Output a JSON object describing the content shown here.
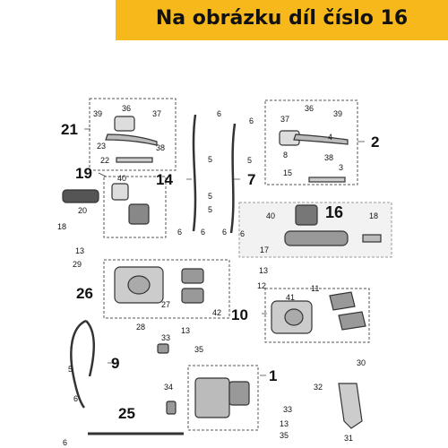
{
  "header": {
    "title": "Na obrázku díl číslo 16"
  },
  "colors": {
    "banner": "#f6b81b",
    "highlight_box": "#cccccc"
  },
  "assemblies": {
    "a1": "1",
    "a2": "2",
    "a7": "7",
    "a9": "9",
    "a10": "10",
    "a14": "14",
    "a16": "16",
    "a19": "19",
    "a21": "21",
    "a25": "25",
    "a26": "26"
  },
  "parts": {
    "p3": "3",
    "p4": "4",
    "p5a": "5",
    "p5b": "5",
    "p5c": "5",
    "p5d": "5",
    "p5e": "5",
    "p6a": "6",
    "p6b": "6",
    "p6c": "6",
    "p6d": "6",
    "p6e": "6",
    "p6f": "6",
    "p6g": "6",
    "p6h": "6",
    "p8": "8",
    "p11": "11",
    "p12": "12",
    "p13a": "13",
    "p13b": "13",
    "p13c": "13",
    "p13d": "13",
    "p15": "15",
    "p17": "17",
    "p18a": "18",
    "p18b": "18",
    "p20": "20",
    "p22": "22",
    "p23": "23",
    "p27": "27",
    "p28": "28",
    "p29": "29",
    "p30": "30",
    "p31": "31",
    "p32": "32",
    "p33a": "33",
    "p33b": "33",
    "p34": "34",
    "p35a": "35",
    "p35b": "35",
    "p36a": "36",
    "p36b": "36",
    "p37a": "37",
    "p37b": "37",
    "p38a": "38",
    "p38b": "38",
    "p39a": "39",
    "p39b": "39",
    "p40a": "40",
    "p40b": "40",
    "p41": "41",
    "p42": "42"
  }
}
